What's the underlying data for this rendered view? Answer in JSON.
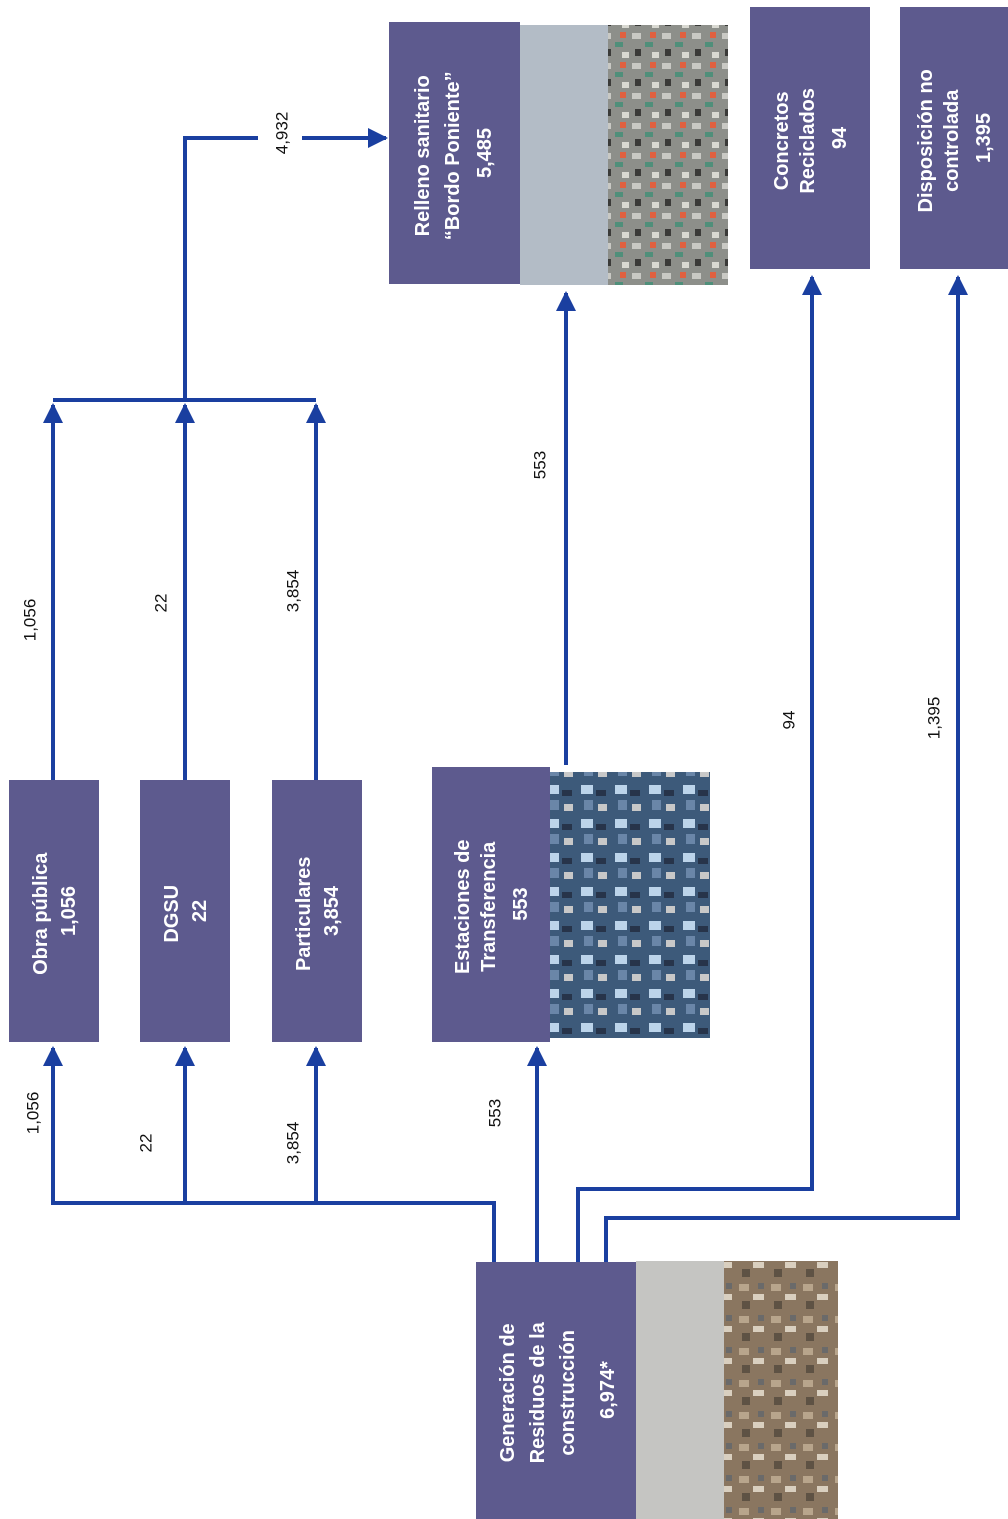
{
  "boxes": {
    "obra": {
      "lines": [
        "Obra pública",
        "1,056"
      ]
    },
    "dgsu": {
      "lines": [
        "DGSU",
        "22"
      ]
    },
    "particulares": {
      "lines": [
        "Particulares",
        "3,854"
      ]
    },
    "estaciones": {
      "lines": [
        "Estaciones de",
        "Transferencia",
        "553"
      ]
    },
    "relleno": {
      "lines": [
        "Relleno sanitario",
        "“Bordo Poniente”",
        "5,485"
      ]
    },
    "concretos": {
      "lines": [
        "Concretos",
        "Reciclados",
        "94"
      ]
    },
    "disposicion": {
      "lines": [
        "Disposición no",
        "controlada",
        "1,395"
      ]
    },
    "generacion": {
      "lines": [
        "Generación de",
        "Residuos de la",
        "construcción",
        "6,974*"
      ]
    }
  },
  "flow_labels": {
    "gen_obra": "1,056",
    "gen_dgsu": "22",
    "gen_part": "3,854",
    "gen_est": "553",
    "obra_up": "1,056",
    "dgsu_up": "22",
    "part_up": "3,854",
    "est_relleno": "553",
    "to_relleno": "4,932",
    "gen_concretos": "94",
    "gen_disposicion": "1,395"
  },
  "colors": {
    "box": "#5d5a8e",
    "arrow": "#1a3fa0"
  }
}
